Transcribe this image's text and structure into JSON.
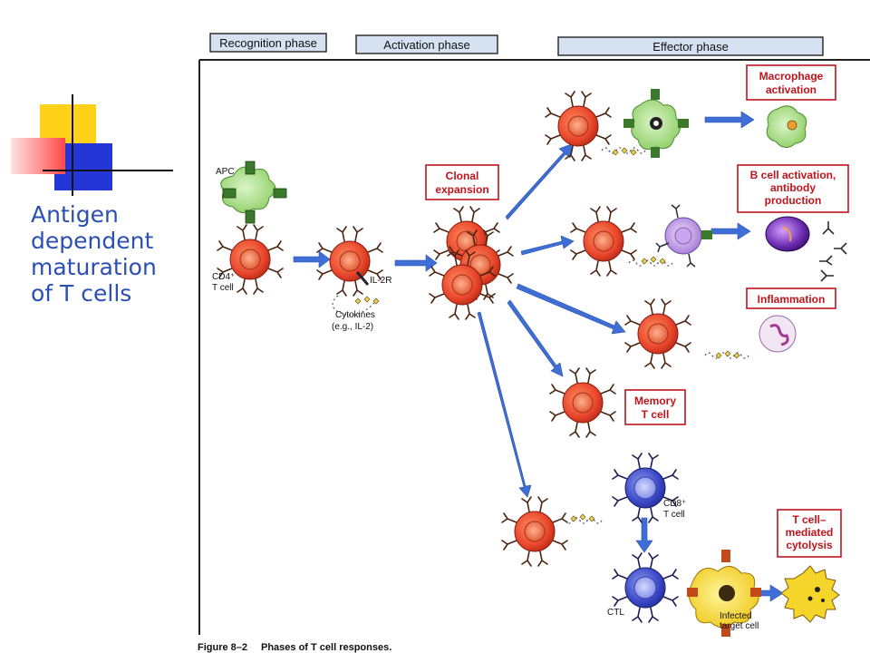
{
  "slide": {
    "title_lines": [
      "Antigen",
      "dependent",
      "maturation",
      "of T cells"
    ]
  },
  "figure": {
    "phases": [
      "Recognition phase",
      "Activation phase",
      "Effector phase"
    ],
    "cell_labels": {
      "apc": "APC",
      "cd4_line1": "CD4⁺",
      "cd4_line2": "T cell",
      "il2r": "IL-2R",
      "cytokines_line1": "Cytokines",
      "cytokines_line2": "(e.g., IL-2)",
      "cd8_line1": "CD8⁺",
      "cd8_line2": "T cell",
      "ctl": "CTL",
      "infected_line1": "Infected",
      "infected_line2": "target cell"
    },
    "boxes": {
      "clonal": [
        "Clonal",
        "expansion"
      ],
      "macrophage": [
        "Macrophage",
        "activation"
      ],
      "bcell": [
        "B cell activation,",
        "antibody",
        "production"
      ],
      "inflammation": [
        "Inflammation"
      ],
      "memory": [
        "Memory",
        "T cell"
      ],
      "cytolysis": [
        "T cell–",
        "mediated",
        "cytolysis"
      ]
    },
    "caption_number": "Figure 8–2",
    "caption_text": "Phases of T cell responses."
  },
  "colors": {
    "title": "#2b4fb5",
    "box_border": "#c0141c",
    "phase_header_fill": "#d6e1f2",
    "arrow": "#3f6fd6",
    "t_cell": "#e8462c",
    "cd8_cell": "#3a47c8",
    "apc": "#9fd67a",
    "b_cell": "#b78ad8",
    "target_cell": "#f5d52a"
  }
}
